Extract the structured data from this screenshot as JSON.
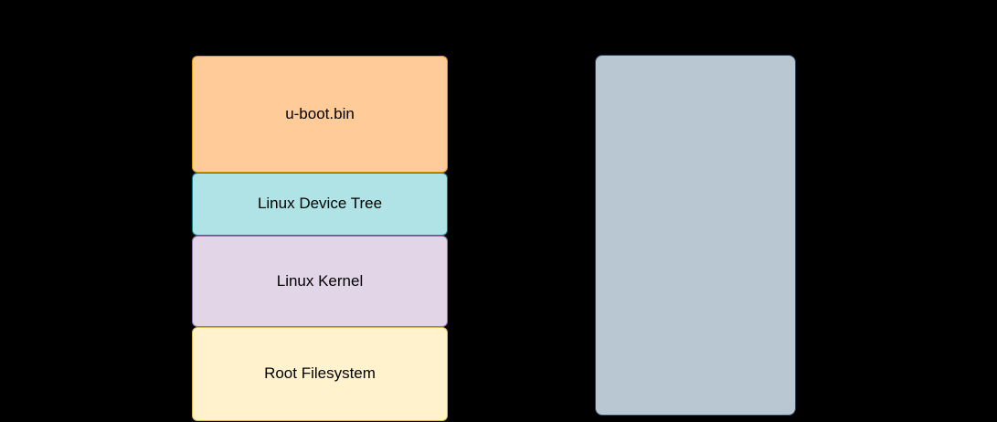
{
  "canvas": {
    "background": "#000000",
    "text_color": "#000000"
  },
  "stack": {
    "blocks": [
      {
        "label": "u-boot.bin",
        "fill": "#FFCC99",
        "stroke": "#D79B00"
      },
      {
        "label": "Linux Device Tree",
        "fill": "#B0E3E6",
        "stroke": "#0E8088"
      },
      {
        "label": "Linux Kernel",
        "fill": "#E1D5E7",
        "stroke": "#9673A6"
      },
      {
        "label": "Root Filesystem",
        "fill": "#FFF2CC",
        "stroke": "#D6B656"
      }
    ]
  },
  "panel": {
    "fill": "#B9C7D3",
    "stroke": "#2E4A61"
  }
}
